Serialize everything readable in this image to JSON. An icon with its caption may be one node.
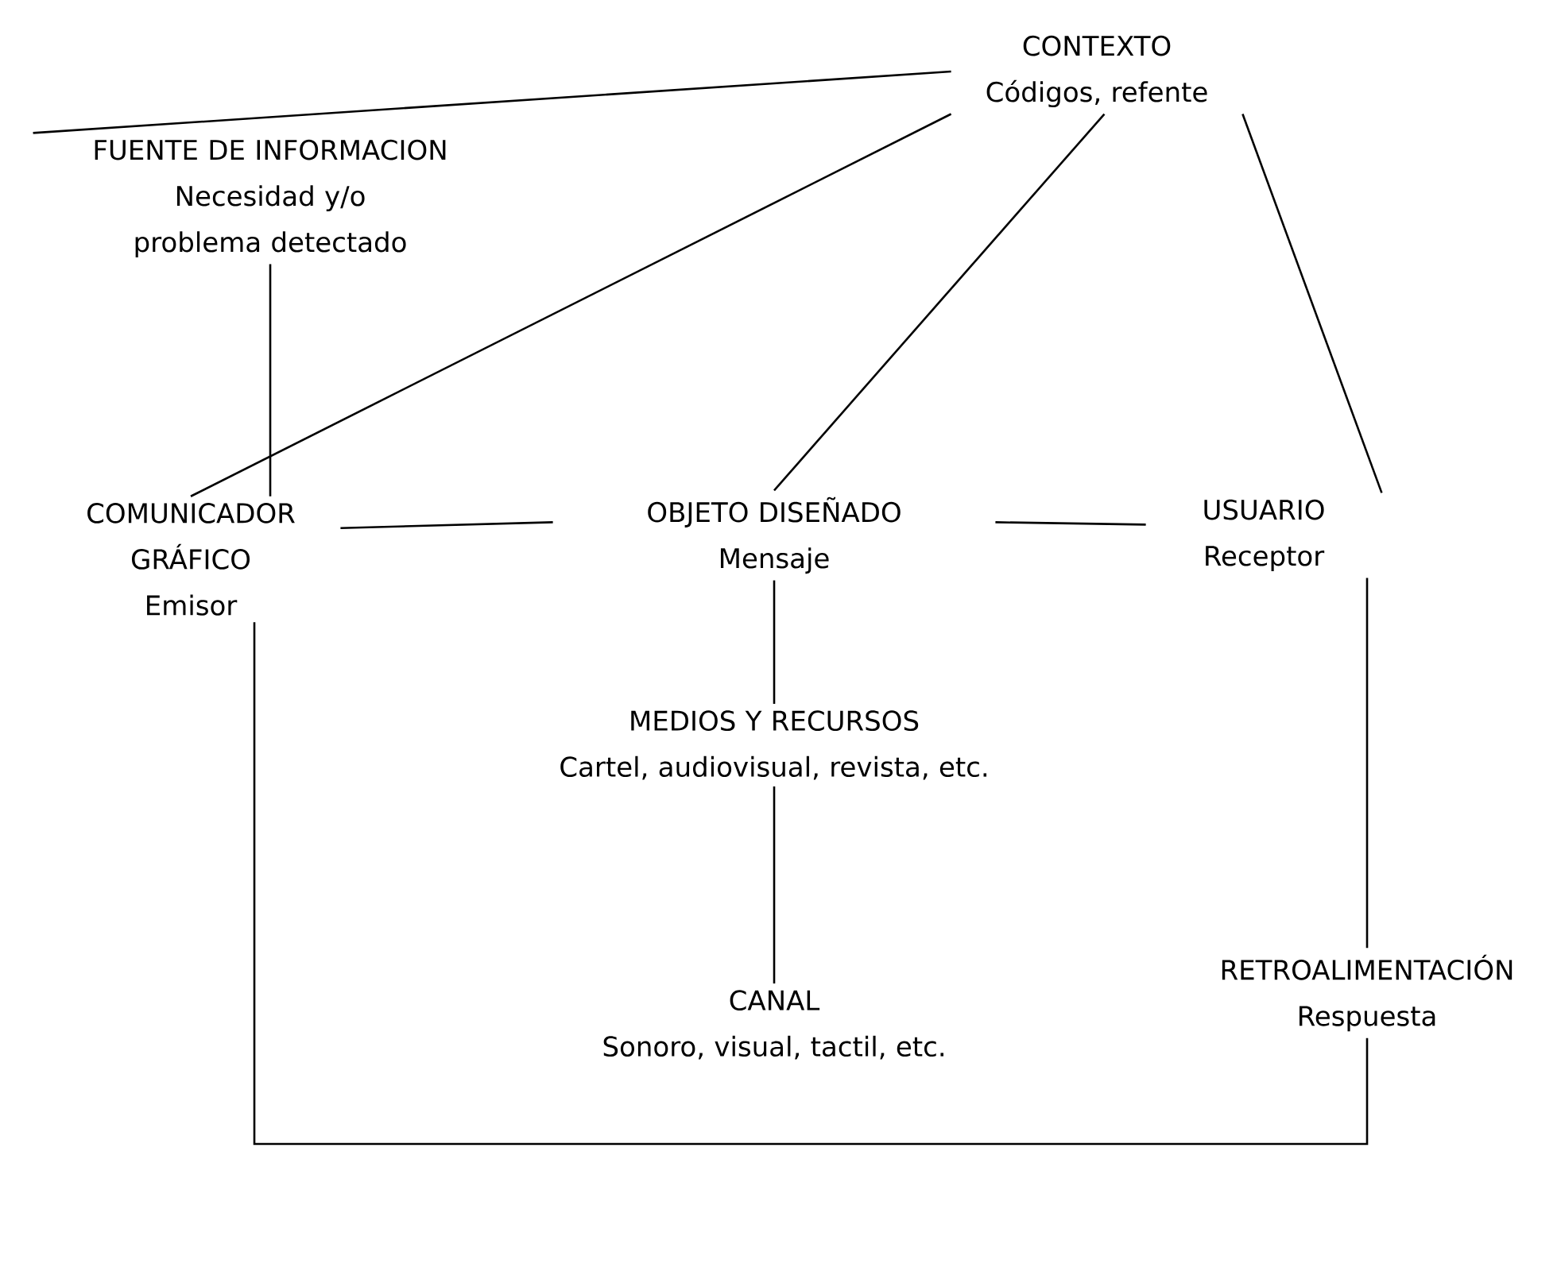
{
  "diagram": {
    "nodes": [
      {
        "text": [
          "CONTEXTO",
          "Códigos, refente"
        ]
      },
      {
        "text": [
          "FUENTE DE INFORMACION",
          "Necesidad y/o problema detectado"
        ]
      },
      {
        "text": [
          "COMUNICADOR GRÁFICO",
          "Emisor"
        ]
      },
      {
        "text": [
          "OBJETO DISEÑADO",
          "Mensaje"
        ]
      },
      {
        "text": [
          "USUARIO",
          "Receptor"
        ]
      },
      {
        "text": [
          "MEDIOS Y RECURSOS",
          "Cartel, audiovisual, revista, etc."
        ]
      },
      {
        "text": [
          "CANAL",
          "Sonoro, visual, tactil, etc."
        ]
      },
      {
        "text": [
          "RETROALIMENTACIÓN",
          "Respuesta"
        ]
      }
    ],
    "edges": [
      {
        "from": 0,
        "to": 1,
        "arrow": "none"
      },
      {
        "from": 0,
        "to": 2,
        "arrow": "none"
      },
      {
        "from": 0,
        "to": 3,
        "arrow": "none"
      },
      {
        "from": 0,
        "to": 4,
        "arrow": "none"
      },
      {
        "from": 1,
        "to": 2,
        "arrow": "none"
      },
      {
        "from": 2,
        "to": 3,
        "arrow": "none"
      },
      {
        "from": 3,
        "to": 4,
        "arrow": "none"
      },
      {
        "from": 3,
        "to": 5,
        "arrow": "none"
      },
      {
        "from": 5,
        "to": 6,
        "arrow": "none"
      },
      {
        "from": 4,
        "to": 7,
        "arrow": "none"
      },
      {
        "from": 2,
        "to": 7,
        "arrow": "none"
      }
    ]
  }
}
